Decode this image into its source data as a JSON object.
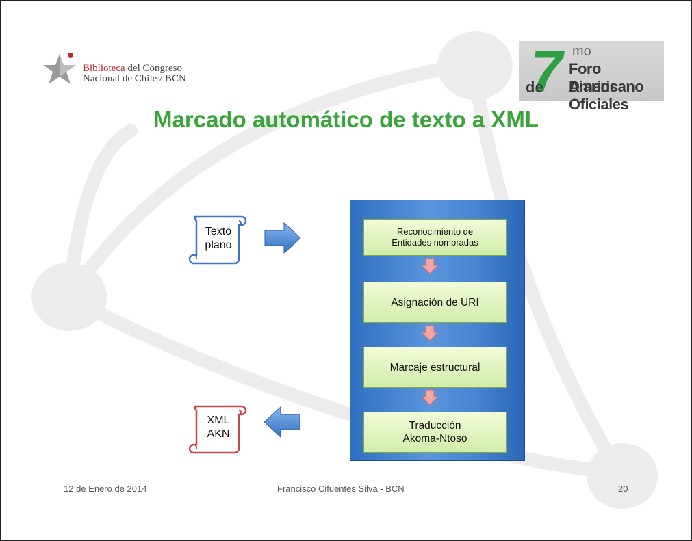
{
  "logo_left": {
    "line1_red": "Biblioteca",
    "line1_rest": " del Congreso",
    "line2": "Nacional de Chile / BCN"
  },
  "logo_right": {
    "seven": "7",
    "superscript": "mo",
    "de": "de",
    "line1": "Foro Americano",
    "line2": "Diarios Oficiales"
  },
  "title": "Marcado automático de texto a XML",
  "input_doc": {
    "line1": "Texto",
    "line2": "plano"
  },
  "output_doc": {
    "line1": "XML",
    "line2": "AKN"
  },
  "steps": [
    {
      "line1": "Reconocimiento de",
      "line2": "Entidades nombradas"
    },
    {
      "line1": "Asignación de URI",
      "line2": ""
    },
    {
      "line1": "Marcaje estructural",
      "line2": ""
    },
    {
      "line1": "Traducción",
      "line2": "Akoma-Ntoso"
    }
  ],
  "footer": {
    "date": "12 de Enero de 2014",
    "author": "Francisco Cifuentes Silva - BCN",
    "page": "20"
  },
  "colors": {
    "title_green": "#3aa43a",
    "panel_blue": "#4a86d2",
    "step_green": "#d2edaa",
    "arrow_blue": "#3d7fd0",
    "arrow_pink": "#f0a0a0"
  }
}
